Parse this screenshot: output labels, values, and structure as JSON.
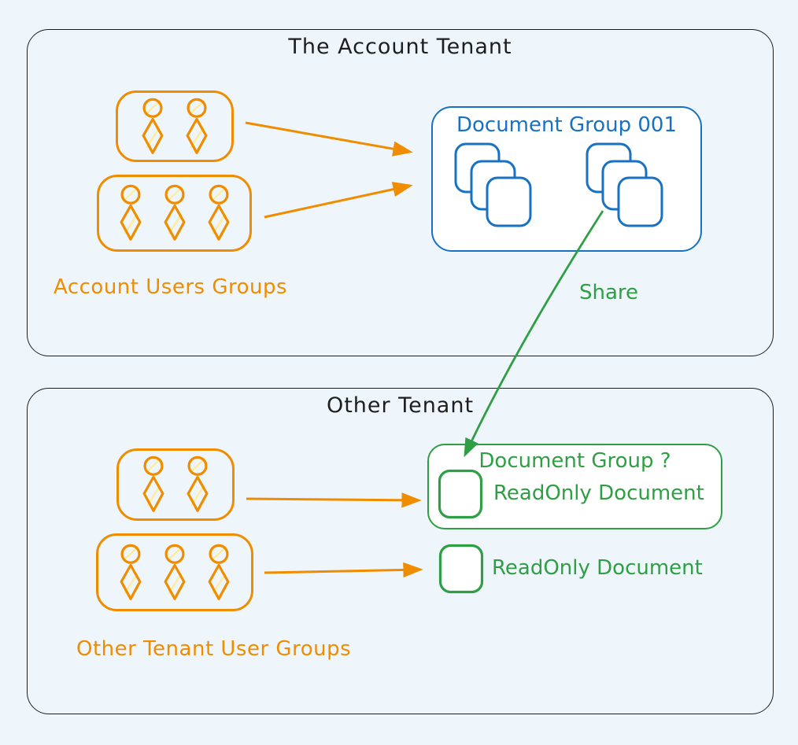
{
  "colors": {
    "background": "#eef6fc",
    "ink": "#1e1e1e",
    "orange": "#f08c00",
    "blue": "#1971c2",
    "green": "#2f9e44",
    "hatch": "#ffec99",
    "white": "#ffffff"
  },
  "account_tenant": {
    "title": "The Account Tenant",
    "user_groups": {
      "label": "Account Users Groups",
      "groups": [
        {
          "members": 2
        },
        {
          "members": 3
        }
      ]
    },
    "document_group": {
      "title": "Document Group 001",
      "stacks": 2
    }
  },
  "share": {
    "label": "Share"
  },
  "other_tenant": {
    "title": "Other Tenant",
    "user_groups": {
      "label": "Other Tenant User Groups",
      "groups": [
        {
          "members": 2
        },
        {
          "members": 3
        }
      ]
    },
    "document_group": {
      "title": "Document Group ?",
      "document_label": "ReadOnly Document"
    },
    "standalone_document": {
      "label": "ReadOnly Document"
    }
  },
  "icons": {
    "user": "user-icon",
    "document_stack": "document-stack-icon",
    "document": "document-icon"
  }
}
